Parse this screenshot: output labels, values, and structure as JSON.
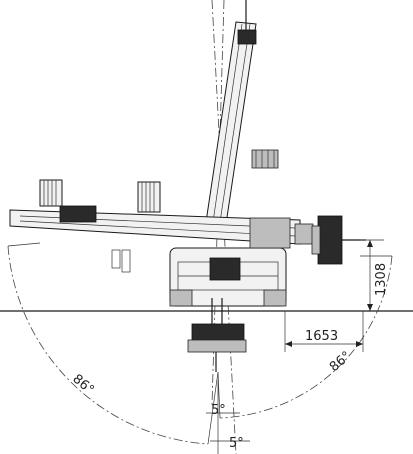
{
  "dimensions": {
    "height_label": "1308",
    "reach_label": "1653",
    "swing_left_label": "86°",
    "swing_right_label": "86°",
    "tilt_inner_label": "5°",
    "tilt_outer_label": "5°"
  }
}
